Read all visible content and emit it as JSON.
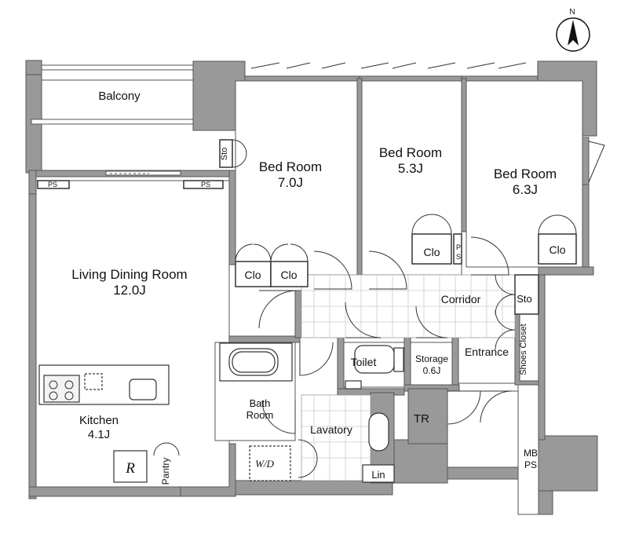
{
  "compass": {
    "letter": "N"
  },
  "rooms": {
    "balcony": "Balcony",
    "bed1_name": "Bed Room",
    "bed1_size": "7.0J",
    "bed2_name": "Bed Room",
    "bed2_size": "5.3J",
    "bed3_name": "Bed Room",
    "bed3_size": "6.3J",
    "living_name": "Living Dining Room",
    "living_size": "12.0J",
    "kitchen_name": "Kitchen",
    "kitchen_size": "4.1J",
    "corridor": "Corridor",
    "toilet": "Toilet",
    "storage_name": "Storage",
    "storage_size": "0.6J",
    "entrance": "Entrance",
    "bath_line1": "Bath",
    "bath_line2": "Room",
    "lavatory": "Lavatory",
    "tr": "TR",
    "mb": "MB",
    "ps": "PS",
    "lin": "Lin",
    "pantry": "Pantry",
    "shoes_closet": "Shoes Closet",
    "wd": "W/D",
    "fridge": "R"
  },
  "closets": {
    "sto_bed1": "Sto",
    "clo_bed1_a": "Clo",
    "clo_bed1_b": "Clo",
    "clo_bed2": "Clo",
    "ps_bed2_p": "P",
    "ps_bed2_s": "S",
    "clo_bed3": "Clo",
    "sto_corridor": "Sto",
    "ps_balcony_left": "PS",
    "ps_balcony_right": "PS"
  }
}
